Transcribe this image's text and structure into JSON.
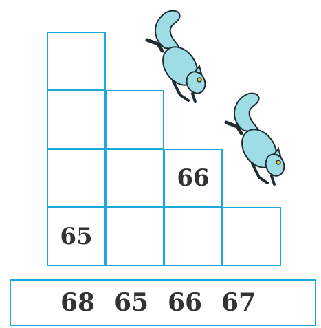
{
  "grid": {
    "row1": [
      "",
      "",
      "",
      ""
    ],
    "row2": [
      "",
      "",
      "",
      ""
    ],
    "row3": [
      "",
      "",
      "66",
      ""
    ],
    "row4": [
      "65",
      "",
      "",
      ""
    ]
  },
  "strip": {
    "numbers": [
      "68",
      "65",
      "66",
      "67"
    ]
  },
  "colors": {
    "grid_border": "#1fa8dc",
    "number_text": "#333333",
    "squirrel_body": "#9fdde6",
    "squirrel_outline": "#1f2d33"
  },
  "icons": [
    "squirrel-icon",
    "squirrel-icon"
  ]
}
